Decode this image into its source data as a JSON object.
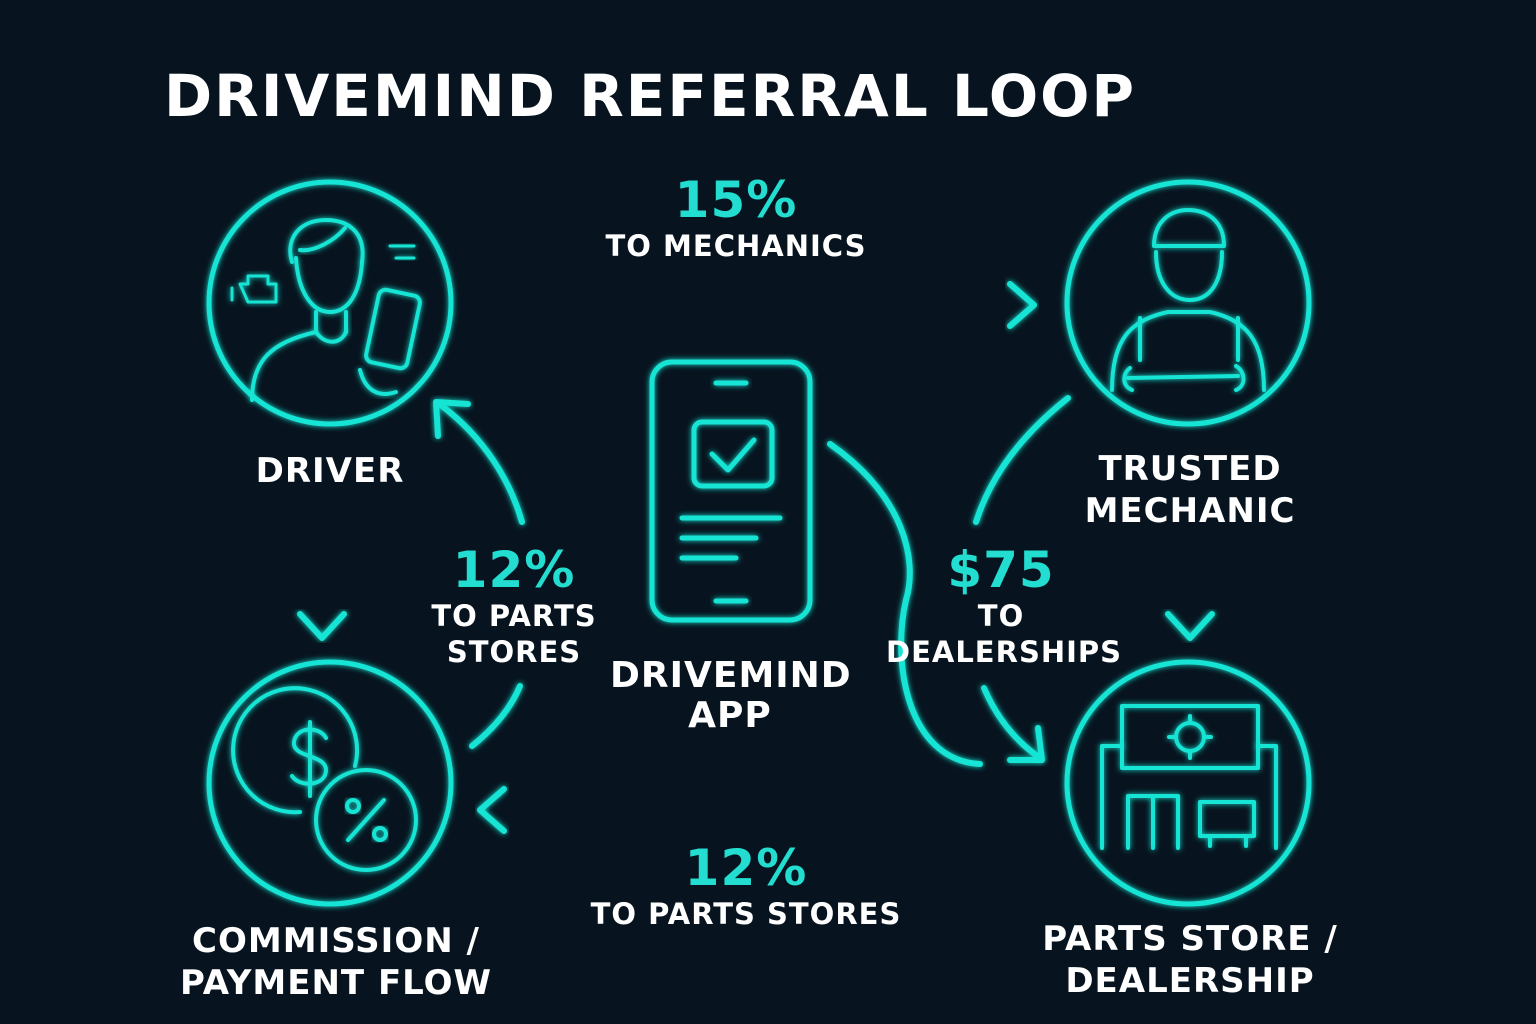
{
  "title": "DRIVEMIND REFERRAL LOOP",
  "colors": {
    "background": "#07141f",
    "accent": "#19e4d4",
    "text": "#ffffff"
  },
  "nodes": {
    "driver": {
      "label": "DRIVER",
      "icon": "driver-with-phone-icon"
    },
    "mechanic": {
      "label_line1": "TRUSTED",
      "label_line2": "MECHANIC",
      "icon": "mechanic-with-wrench-icon"
    },
    "store": {
      "label_line1": "PARTS STORE /",
      "label_line2": "DEALERSHIP",
      "icon": "storefront-gear-icon"
    },
    "commission": {
      "label_line1": "COMMISSION /",
      "label_line2": "PAYMENT FLOW",
      "icon": "dollar-percent-coins-icon"
    },
    "app": {
      "label_line1": "DRIVEMIND",
      "label_line2": "APP",
      "icon": "smartphone-checkmark-icon"
    }
  },
  "flows": {
    "top": {
      "value": "15%",
      "text": "TO MECHANICS"
    },
    "middle_left": {
      "value": "12%",
      "text_line1": "TO PARTS",
      "text_line2": "STORES"
    },
    "middle_right": {
      "value": "$75",
      "text_line1": "TO",
      "text_line2": "DEALERSHIPS"
    },
    "bottom": {
      "value": "12%",
      "text": "TO PARTS STORES"
    }
  }
}
